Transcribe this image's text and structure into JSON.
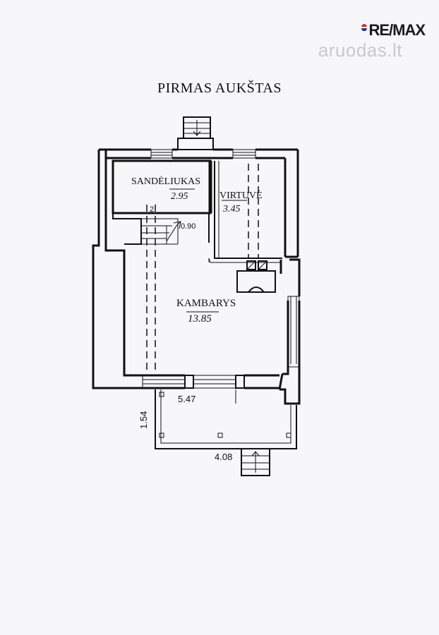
{
  "brand": {
    "logo_text": "RE/MAX",
    "watermark_text": "aruodas.lt"
  },
  "title": "PIRMAS AUKŠTAS",
  "rooms": [
    {
      "name": "SANDĖLIUKAS",
      "area": "2.95"
    },
    {
      "name": "VIRTUVĖ",
      "area": "3.45"
    },
    {
      "name": "KAMBARYS",
      "area": "13.85"
    }
  ],
  "dimensions": {
    "terrace_width": "5.47",
    "terrace_depth": "1.54",
    "terrace_front": "4.08"
  },
  "stair_marks": {
    "inner": "2",
    "partial": "0.90"
  },
  "colors": {
    "line": "#111111",
    "background": "#f7f7f9"
  }
}
